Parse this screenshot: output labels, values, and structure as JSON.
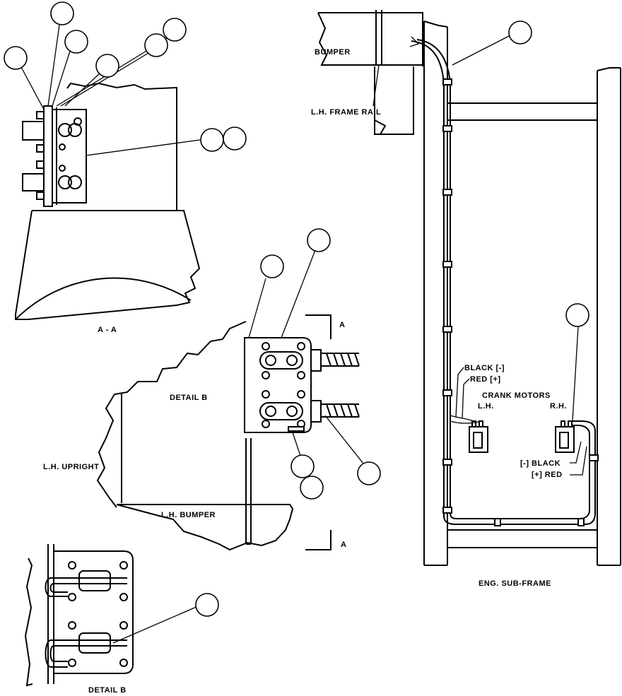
{
  "labels": {
    "section_aa": "A - A",
    "bumper": "BUMPER",
    "lh_frame_rail": "L.H. FRAME RAIL",
    "detail_b_main": "DETAIL B",
    "lh_upright": "L.H. UPRIGHT",
    "lh_bumper": "L.H. BUMPER",
    "section_marker_top": "A",
    "section_marker_bottom": "A",
    "black_neg": "BLACK [-]",
    "red_pos": "RED [+]",
    "crank_motors": "CRANK   MOTORS",
    "lh": "L.H.",
    "rh": "R.H.",
    "neg_black": "[-] BLACK",
    "pos_red": "[+] RED",
    "eng_sub_frame": "ENG. SUB-FRAME",
    "detail_b_bottom": "DETAIL B"
  },
  "colors": {
    "ink": "#000000",
    "paper": "#ffffff"
  }
}
